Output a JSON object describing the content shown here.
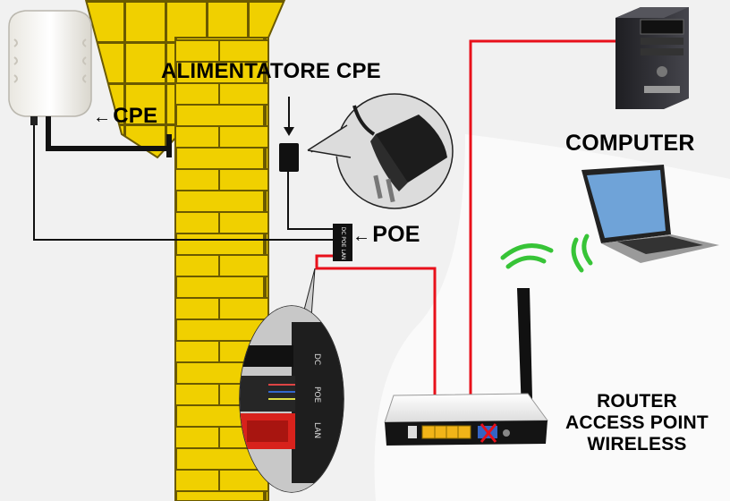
{
  "labels": {
    "alimentatore": "ALIMENTATORE CPE",
    "cpe": "CPE",
    "poe": "POE",
    "computer": "COMPUTER",
    "router_line1": "ROUTER",
    "router_line2": "ACCESS POINT",
    "router_line3": "WIRELESS",
    "arrow_left": "←"
  },
  "poe_ports": {
    "dc": "DC",
    "poe": "POE",
    "lan": "LAN"
  },
  "icons": {
    "cpe_device": "cpe-antenna-icon",
    "power_adapter": "power-adapter-icon",
    "poe_injector": "poe-injector-icon",
    "router": "wireless-router-icon",
    "desktop": "desktop-computer-icon",
    "laptop": "laptop-icon",
    "wifi": "wifi-signal-icon",
    "blocked_port": "red-x-icon"
  },
  "colors": {
    "wall": "#f0d000",
    "mortar": "#6b5a00",
    "cable_dark": "#111111",
    "cable_red": "#e8101a",
    "wifi": "#37c437",
    "router_ports": "#f1b418"
  }
}
